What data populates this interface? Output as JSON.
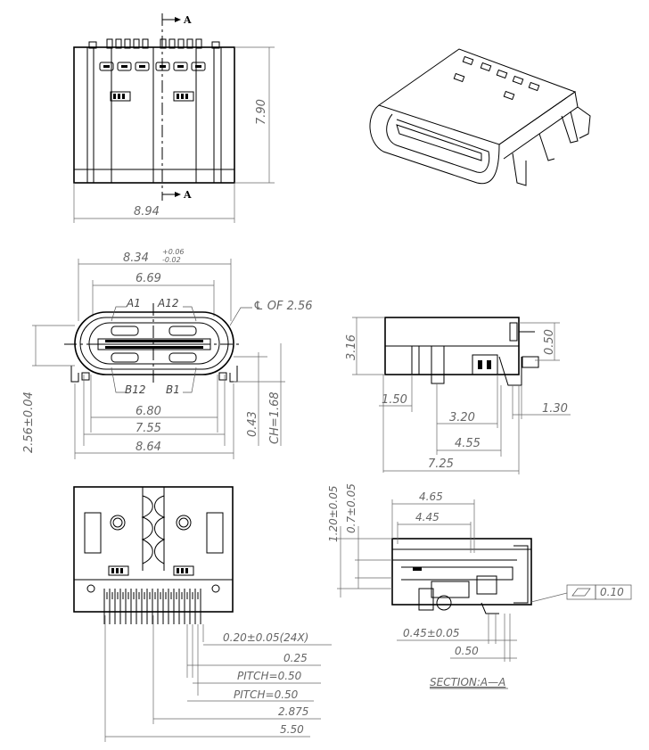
{
  "top_view": {
    "section_marker_top": "A",
    "section_marker_bottom": "A",
    "height_dim": "7.90",
    "width_dim": "8.94"
  },
  "front_view": {
    "overall_width": "8.34",
    "overall_width_tol_plus": "+0.06",
    "overall_width_tol_minus": "-0.02",
    "inner_width": "6.69",
    "pin_a1": "A1",
    "pin_a12": "A12",
    "centerline_note": "℄ OF 2.56",
    "pin_b12": "B12",
    "pin_b1": "B1",
    "dim_680": "6.80",
    "dim_755": "7.55",
    "dim_864": "8.64",
    "dim_height": "2.56±0.04",
    "dim_043": "0.43",
    "dim_ch": "CH=1.68"
  },
  "side_view": {
    "dim_316": "3.16",
    "dim_050": "0.50",
    "dim_150": "1.50",
    "dim_320": "3.20",
    "dim_130": "1.30",
    "dim_455": "4.55",
    "dim_725": "7.25"
  },
  "bottom_view": {
    "dim_lead": "0.20±0.05(24X)",
    "dim_025": "0.25",
    "pitch_1": "PITCH=0.50",
    "pitch_2": "PITCH=0.50",
    "dim_2875": "2.875",
    "dim_550": "5.50"
  },
  "section_view": {
    "dim_120": "1.20±0.05",
    "dim_07": "0.7±0.05",
    "dim_465": "4.65",
    "dim_445": "4.45",
    "flatness_value": "0.10",
    "dim_045": "0.45±0.05",
    "dim_050b": "0.50",
    "title": "SECTION:A—A"
  }
}
